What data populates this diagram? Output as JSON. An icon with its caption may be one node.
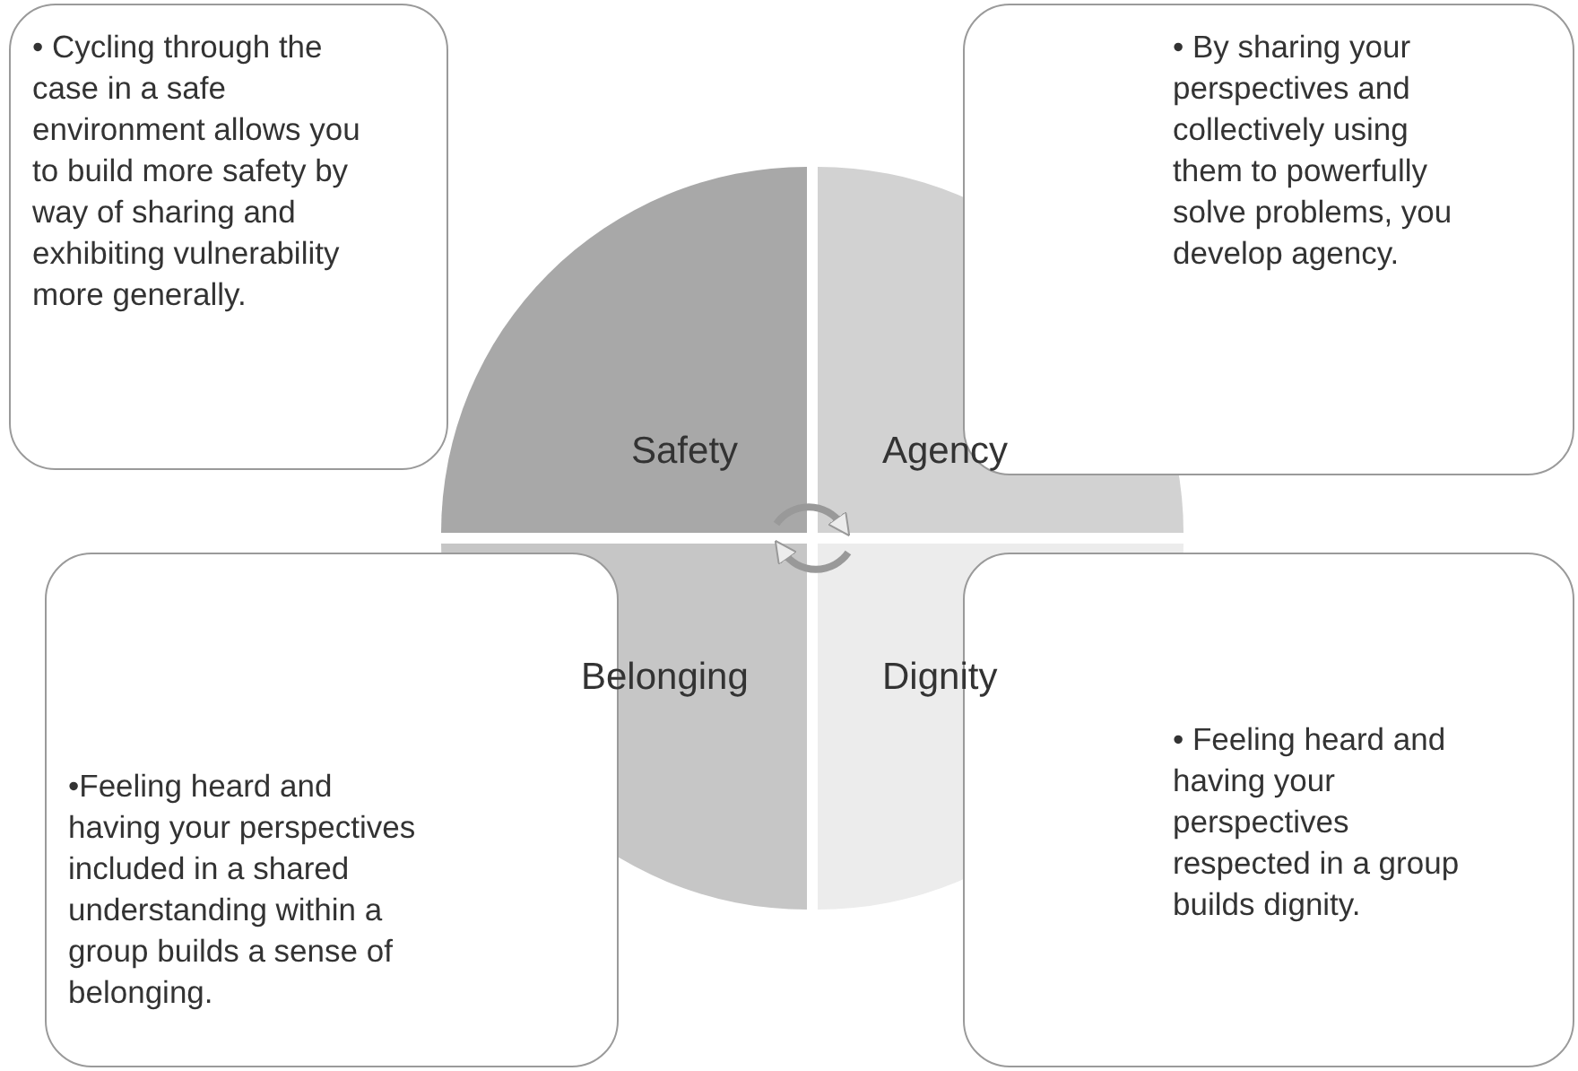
{
  "diagram": {
    "nodes": [
      {
        "text": [
          "• Cycling through the case in a safe environment allows you to build more safety by way of sharing and exhibiting vulnerability more generally."
        ]
      },
      {
        "text": [
          "Safety"
        ]
      },
      {
        "text": [
          "Agency"
        ]
      },
      {
        "text": [
          "• By sharing your perspectives and collectively using them to powerfully solve problems, you develop agency."
        ]
      },
      {
        "text": [
          "•Feeling heard and having your perspectives included in a shared understanding within a group builds a sense of belonging."
        ]
      },
      {
        "text": [
          "Belonging"
        ]
      },
      {
        "text": [
          "Dignity"
        ]
      },
      {
        "text": [
          "• Feeling heard and having your perspectives respected in a group builds dignity."
        ]
      }
    ],
    "edges": [
      {
        "from": 1,
        "to": 2,
        "arrow": "to"
      },
      {
        "from": 6,
        "to": 5,
        "arrow": "to"
      }
    ]
  }
}
